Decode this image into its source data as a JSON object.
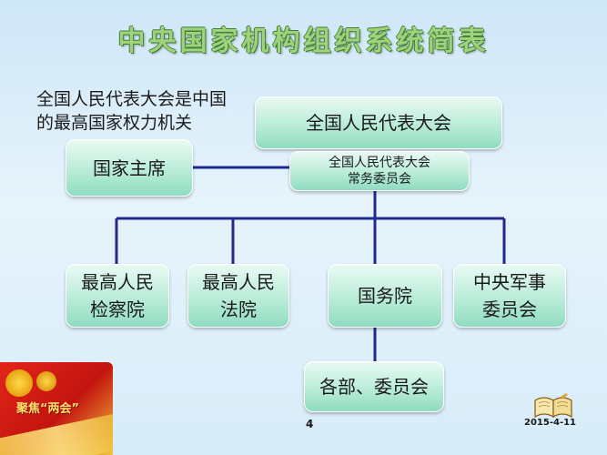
{
  "title": "中央国家机构组织系统简表",
  "note": {
    "line1": "全国人民代表大会是中国",
    "line2": "的最高国家权力机关"
  },
  "nodes": {
    "npc": "全国人民代表大会",
    "standing": "全国人民代表大会\n常务委员会",
    "president": "国家主席",
    "procuratorate": "最高人民\n检察院",
    "court": "最高人民\n法院",
    "state_council": "国务院",
    "military": "中央军事\n委员会",
    "ministries": "各部、委员会"
  },
  "footer": {
    "page": "4",
    "date": "2015-4-11",
    "logo_text": "聚焦“两会”"
  },
  "colors": {
    "connector": "#1f2a8c",
    "box_fill": "#b9ecd8",
    "title": "#9fd27a"
  }
}
